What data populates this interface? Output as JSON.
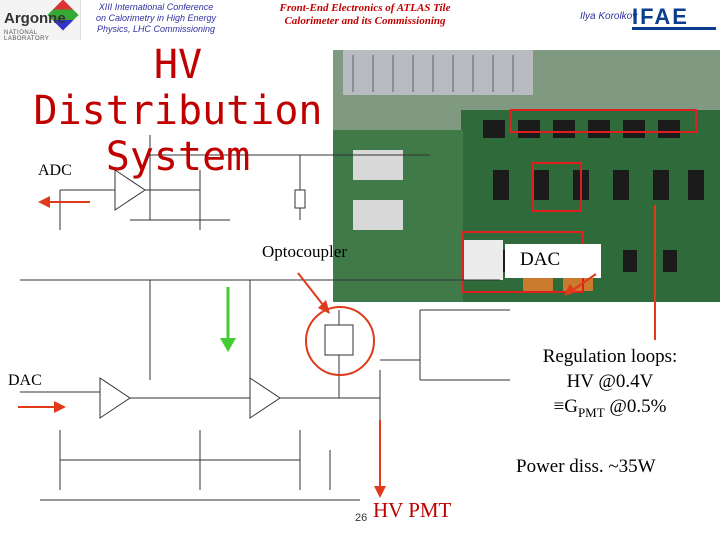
{
  "header": {
    "logo_text": "Argonne",
    "logo_subtext": "NATIONAL LABORATORY",
    "conference": [
      "XIII International Conference",
      "on Calorimetry in High Energy",
      "Physics, LHC Commissioning"
    ],
    "talk_title": [
      "Front-End Electronics of ATLAS Tile",
      "Calorimeter and its Commissioning"
    ],
    "author": "Ilya Korolkov",
    "right_logo": "IFAE"
  },
  "slide": {
    "title": [
      "HV Distribution",
      "System"
    ],
    "labels": {
      "adc": "ADC",
      "dac_left": "DAC",
      "optocoupler": "Optocoupler",
      "dac_photo": "DAC",
      "hv_pmt": "HV PMT",
      "page_number": "26"
    },
    "regulation": {
      "heading": "Regulation loops:",
      "hv": "HV @0.4V",
      "gain_prefix": "≡G",
      "gain_sub": "PMT",
      "gain_suffix": " @0.5%"
    },
    "power": "Power diss. ~35W"
  },
  "colors": {
    "title_red": "#c00000",
    "conf_blue": "#3030a0",
    "arrow_red": "#e03a1a",
    "arrow_green": "#44cc33",
    "board_green": "#2f6b3a"
  }
}
